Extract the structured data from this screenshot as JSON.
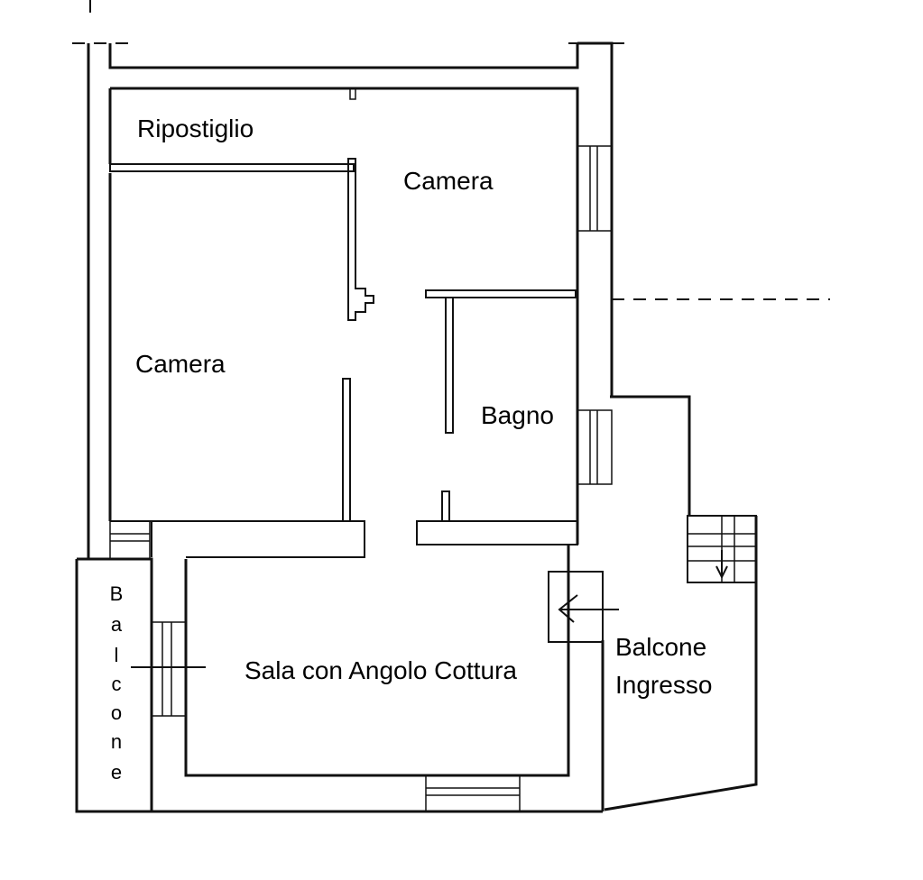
{
  "rooms": {
    "ripostiglio": "Ripostiglio",
    "camera_top": "Camera",
    "camera_left": "Camera",
    "bagno": "Bagno",
    "sala": "Sala con Angolo Cottura",
    "balcone_ingresso_line1": "Balcone",
    "balcone_ingresso_line2": "Ingresso",
    "balcone_side": [
      "B",
      "a",
      "l",
      "c",
      "o",
      "n",
      "e"
    ]
  }
}
